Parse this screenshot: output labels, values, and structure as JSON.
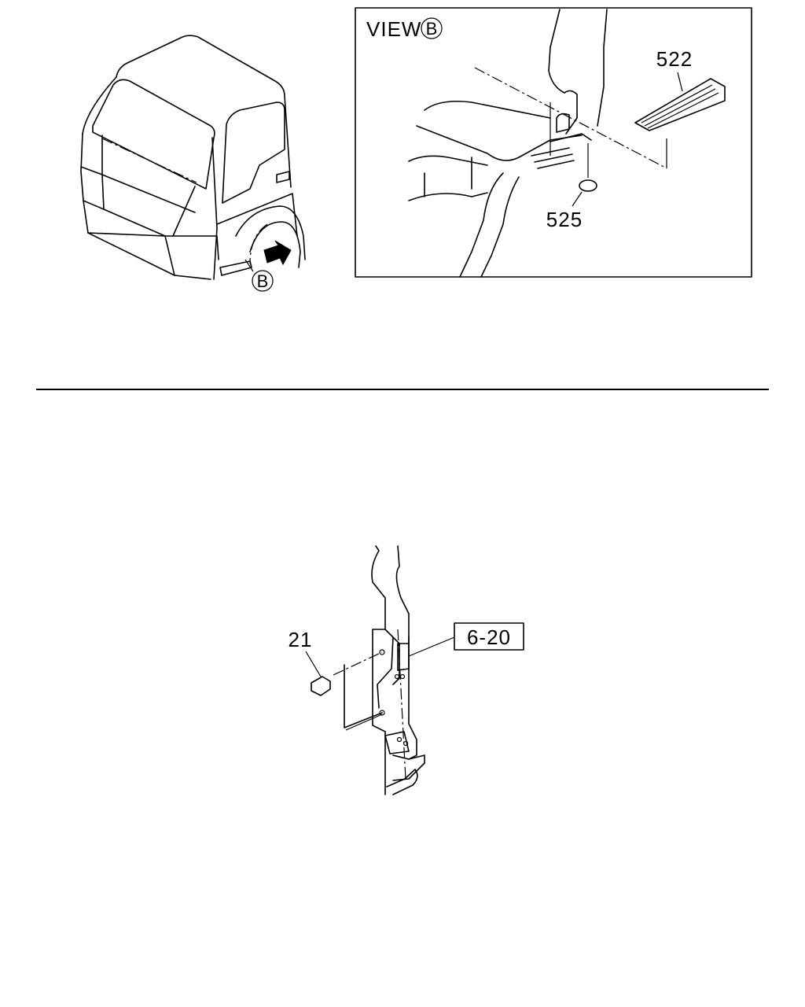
{
  "view_panel": {
    "title": "VIEW",
    "view_letter": "B"
  },
  "cab_view": {
    "callout_letter": "B"
  },
  "labels": {
    "part_522": "522",
    "part_525": "525",
    "part_21": "21",
    "ref_box": "6-20"
  }
}
